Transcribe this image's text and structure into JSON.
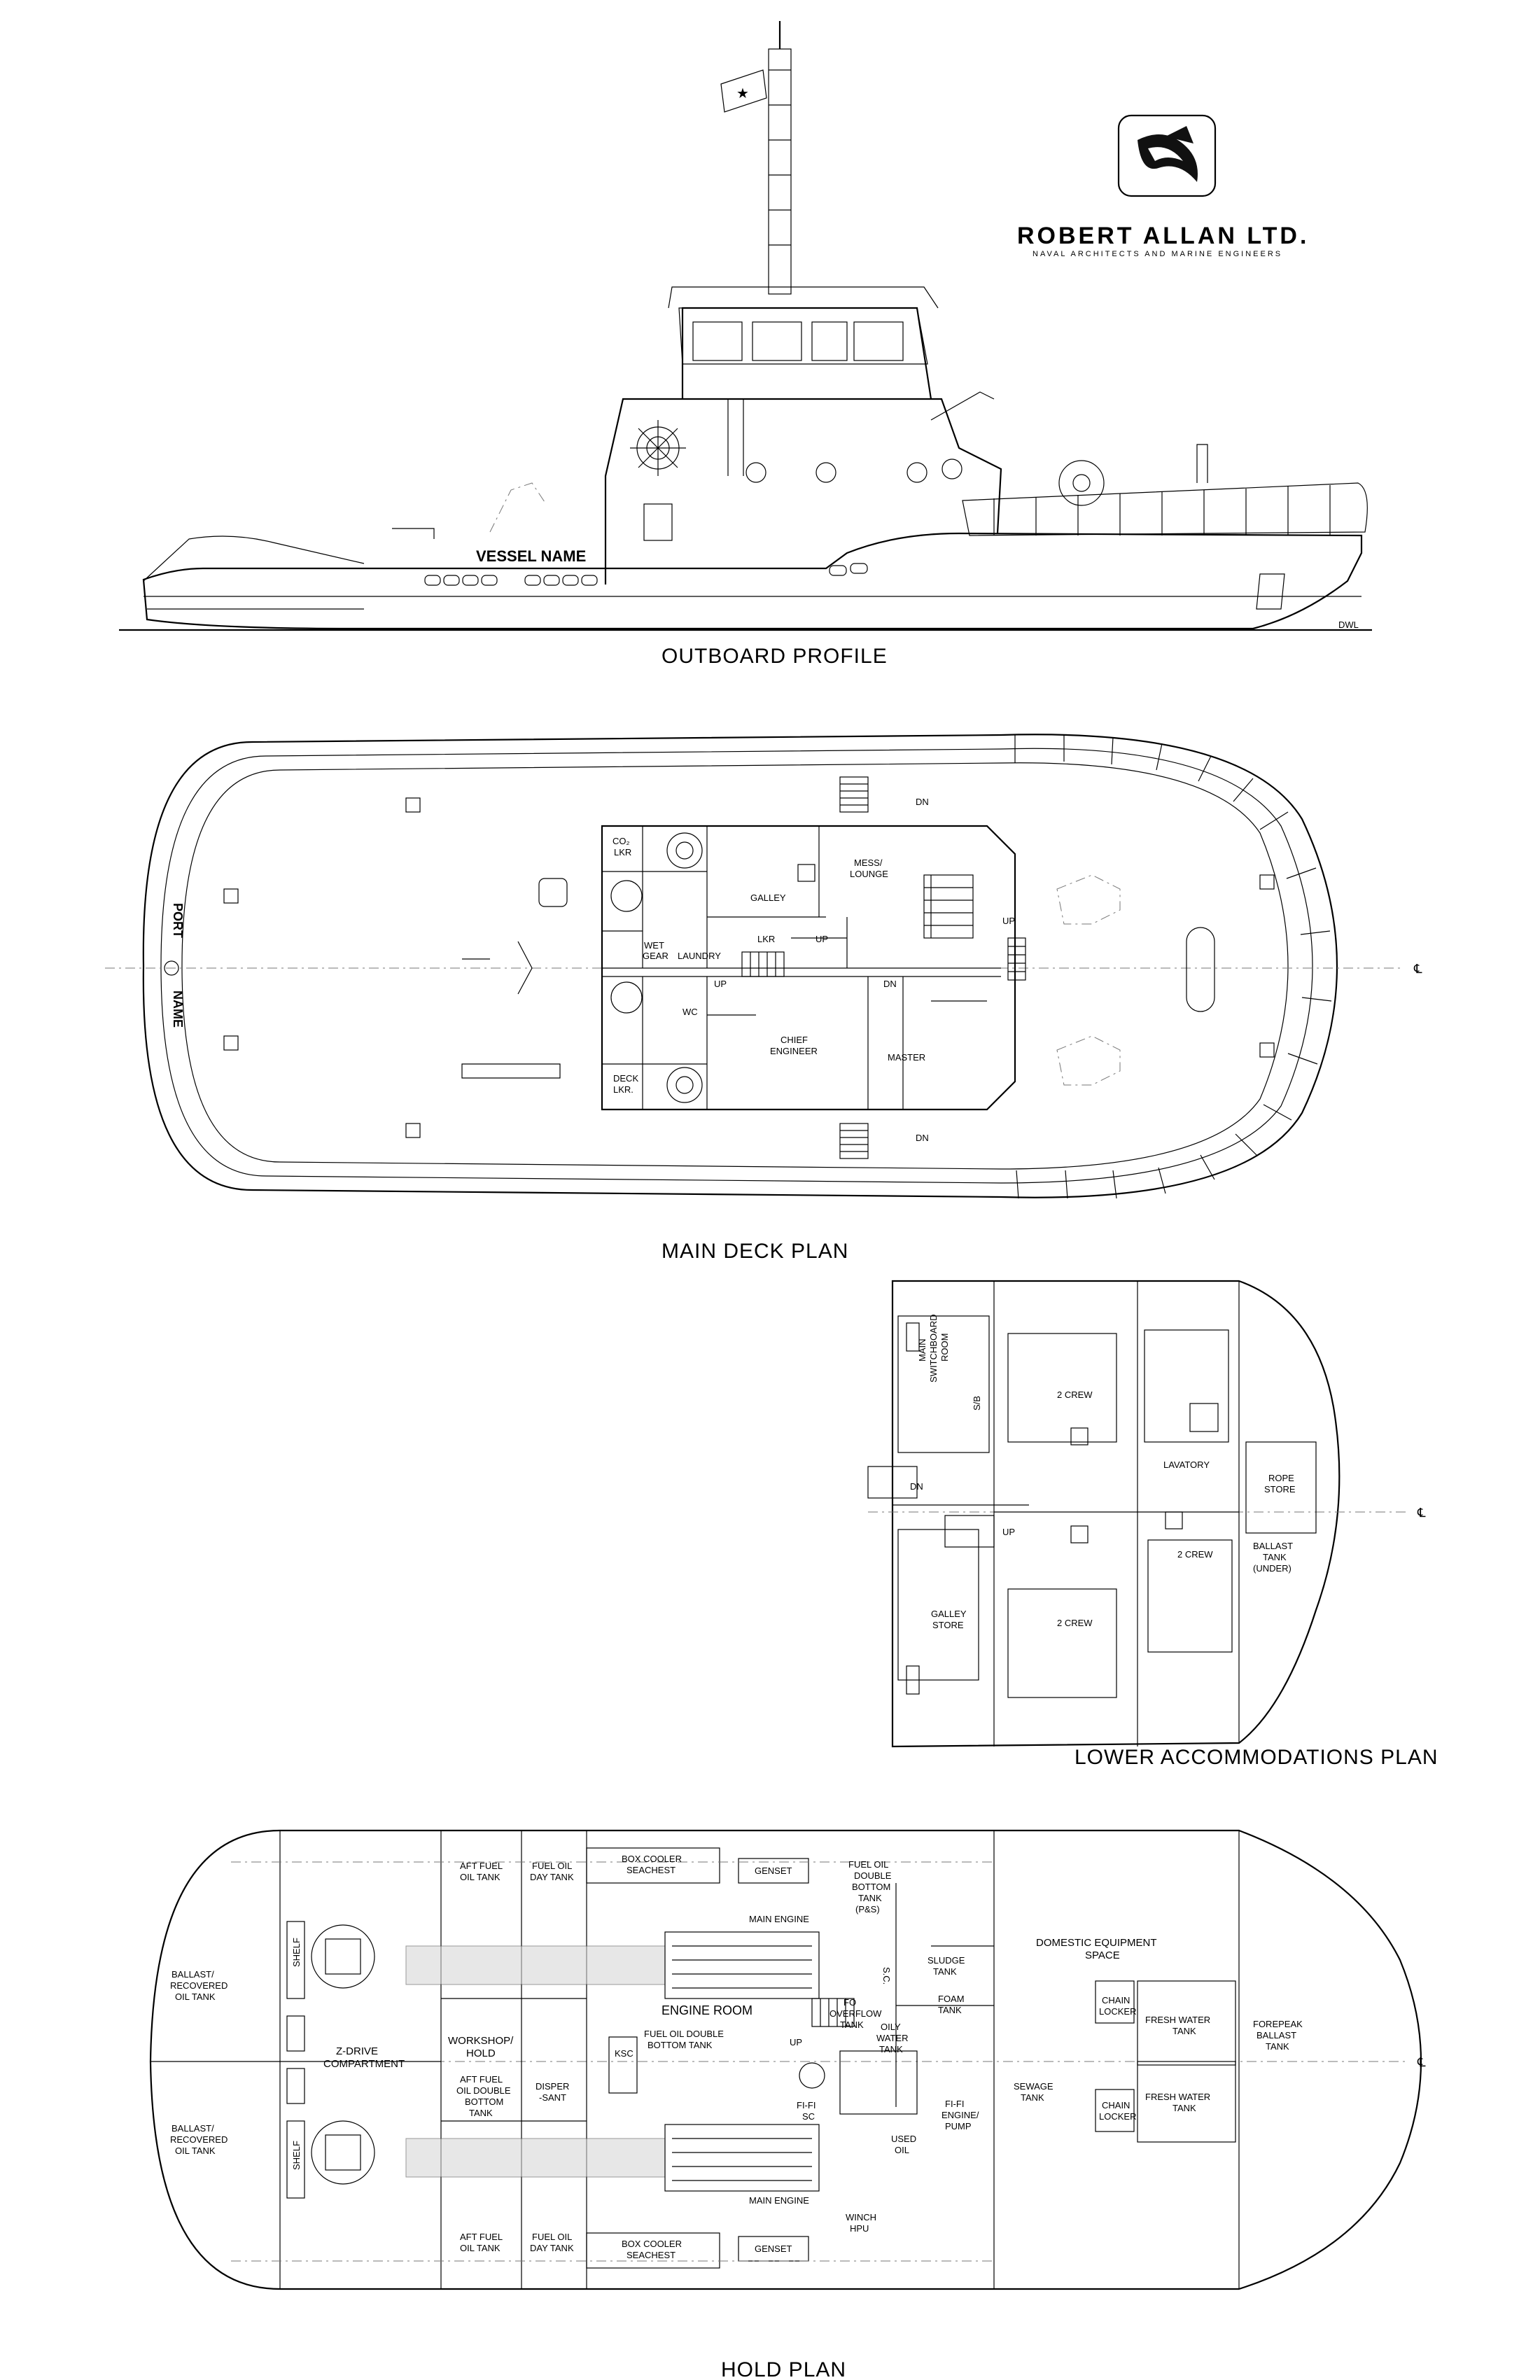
{
  "brand": {
    "company": "ROBERT ALLAN LTD.",
    "tagline": "NAVAL ARCHITECTS AND MARINE ENGINEERS"
  },
  "profile": {
    "title": "OUTBOARD PROFILE",
    "vessel_name": "VESSEL NAME",
    "dwl": "DWL"
  },
  "main_deck": {
    "title": "MAIN DECK PLAN",
    "port_label": "PORT",
    "name_label": "NAME",
    "rooms": {
      "co2": "CO₂",
      "co2_lkr": "LKR",
      "galley": "GALLEY",
      "mess": "MESS/",
      "lounge": "LOUNGE",
      "wet": "WET",
      "gear": "GEAR",
      "laundry": "LAUNDRY",
      "lkr": "LKR",
      "up": "UP",
      "dn": "DN",
      "wc": "WC",
      "chief": "CHIEF",
      "engineer": "ENGINEER",
      "master": "MASTER",
      "deck": "DECK",
      "deck_lkr": "LKR."
    }
  },
  "lower": {
    "title": "LOWER ACCOMMODATIONS PLAN",
    "rooms": {
      "main": "MAIN",
      "switchboard": "SWITCHBOARD",
      "room": "ROOM",
      "sb": "S/B",
      "crew": "2 CREW",
      "lavatory": "LAVATORY",
      "rope": "ROPE",
      "store": "STORE",
      "ballast": "BALLAST",
      "tank": "TANK",
      "under": "(UNDER)",
      "galley": "GALLEY",
      "gstore": "STORE",
      "dn": "DN",
      "up": "UP"
    }
  },
  "hold": {
    "title": "HOLD PLAN",
    "rooms": {
      "ballast": "BALLAST/",
      "recovered": "RECOVERED",
      "oil_tank": "OIL TANK",
      "shelf": "SHELF",
      "zdrive1": "Z-DRIVE",
      "zdrive2": "COMPARTMENT",
      "aft_fuel1": "AFT FUEL",
      "aft_fuel2": "OIL TANK",
      "fuel_day1": "FUEL OIL",
      "fuel_day2": "DAY TANK",
      "workshop1": "WORKSHOP/",
      "workshop2": "HOLD",
      "aft_db1": "AFT FUEL",
      "aft_db2": "OIL DOUBLE",
      "aft_db3": "BOTTOM",
      "aft_db4": "TANK",
      "disper1": "DISPER",
      "disper2": "-SANT",
      "box1": "BOX COOLER",
      "box2": "SEACHEST",
      "genset": "GENSET",
      "main_engine": "MAIN ENGINE",
      "engine_room": "ENGINE ROOM",
      "fodb1": "FUEL OIL DOUBLE",
      "fodb2": "BOTTOM TANK",
      "ps1": "FUEL OIL",
      "ps2": "DOUBLE",
      "ps3": "BOTTOM",
      "ps4": "TANK",
      "ps5": "(P&S)",
      "sc": "S.C.",
      "sludge1": "SLUDGE",
      "sludge2": "TANK",
      "fo1": "FO",
      "fo2": "OVERFLOW",
      "fo3": "TANK",
      "foam1": "FOAM",
      "foam2": "TANK",
      "oily1": "OILY",
      "oily2": "WATER",
      "oily3": "TANK",
      "up": "UP",
      "fifi1": "FI-FI",
      "fifi2": "SC",
      "fifi_e1": "FI-FI",
      "fifi_e2": "ENGINE/",
      "fifi_e3": "PUMP",
      "used1": "USED",
      "used2": "OIL",
      "winch1": "WINCH",
      "winch2": "HPU",
      "sewage1": "SEWAGE",
      "sewage2": "TANK",
      "domestic1": "DOMESTIC EQUIPMENT",
      "domestic2": "SPACE",
      "chain1": "CHAIN",
      "chain2": "LOCKER",
      "fw1": "FRESH WATER",
      "fw2": "TANK",
      "fp1": "FOREPEAK",
      "fp2": "BALLAST",
      "fp3": "TANK",
      "ksc": "KSC"
    }
  }
}
